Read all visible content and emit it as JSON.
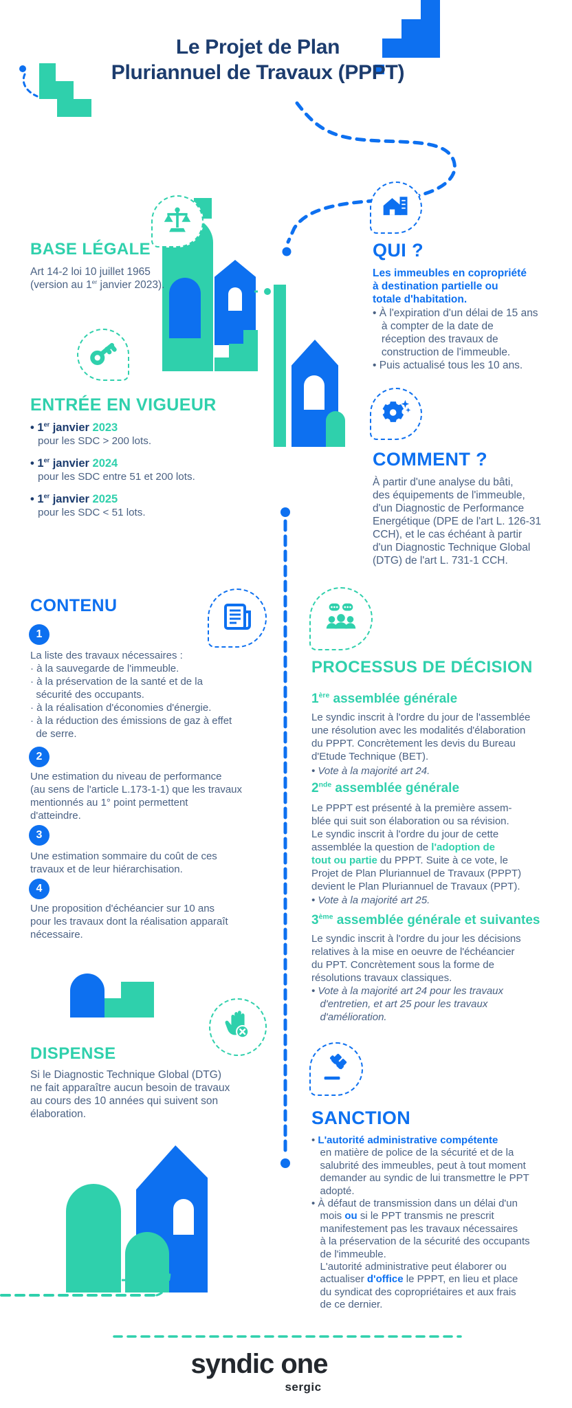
{
  "title": {
    "line1": "Le Projet de Plan",
    "line2": "Pluriannuel de Travaux (PPPT)"
  },
  "colors": {
    "teal": "#2fd0ac",
    "blue": "#0d70f0",
    "navy": "#1c3c6e",
    "body_text": "#4a6183",
    "footer_text": "#23282e"
  },
  "icons": {
    "base_legale": "scales-icon",
    "qui": "house-building-icon",
    "entree": "key-icon",
    "comment": "gear-sparkle-icon",
    "contenu": "document-icon",
    "processus": "people-discussion-icon",
    "dispense": "stop-hand-icon",
    "sanction": "gavel-icon"
  },
  "base_legale": {
    "heading": "BASE LÉGALE",
    "line1": "Art 14-2 loi 10 juillet 1965",
    "line2_pre": "\n(version au 1",
    "line2_sup": "er",
    "line2_post": " janvier 2023)."
  },
  "qui": {
    "heading": "QUI ?",
    "lead": "Les immeubles en copropriété\nà destination partielle ou\ntotale d'habitation.",
    "bullets": "• À l'expiration d'un délai de 15 ans\n   à compter de la date de\n   réception des travaux de\n   construction de l'immeuble.\n• Puis actualisé tous les 10 ans."
  },
  "entree": {
    "heading": "ENTRÉE EN VIGUEUR",
    "items": [
      {
        "bullet": "• ",
        "num": "1",
        "sup": "er",
        "mid": " janvier ",
        "year": "2023",
        "desc": "pour les SDC > 200 lots."
      },
      {
        "bullet": "• ",
        "num": "1",
        "sup": "er",
        "mid": " janvier ",
        "year": "2024",
        "desc": "pour les SDC entre 51 et 200 lots."
      },
      {
        "bullet": "• ",
        "num": "1",
        "sup": "er",
        "mid": " janvier ",
        "year": "2025",
        "desc": "pour les SDC < 51 lots."
      }
    ]
  },
  "comment": {
    "heading": "COMMENT ?",
    "body": "À partir d'une analyse du bâti,\ndes équipements de l'immeuble,\nd'un Diagnostic de Performance\nEnergétique (DPE de l'art L. 126-31\nCCH), et le cas échéant à partir\nd'un Diagnostic Technique Global\n(DTG) de l'art L. 731-1 CCH."
  },
  "contenu": {
    "heading": "CONTENU",
    "items": [
      {
        "num": "1",
        "text": "La liste des travaux nécessaires :\n· à la sauvegarde de l'immeuble.\n· à la préservation de la santé et de la\n  sécurité des occupants.\n· à la réalisation d'économies d'énergie.\n· à la réduction des émissions de gaz à effet\n  de serre."
      },
      {
        "num": "2",
        "text": "Une estimation du niveau de performance\n(au sens de l'article L.173-1-1) que les travaux\nmentionnés au 1° point permettent\nd'atteindre."
      },
      {
        "num": "3",
        "text": "Une estimation sommaire du coût de ces\ntravaux et de leur hiérarchisation."
      },
      {
        "num": "4",
        "text": "Une proposition d'échéancier sur 10 ans\npour les travaux dont la réalisation apparaît\nnécessaire."
      }
    ]
  },
  "processus": {
    "heading": "PROCESSUS DE DÉCISION",
    "ag1": {
      "num": "1",
      "sup": "ère",
      "rest": " assemblée générale",
      "body": "Le syndic inscrit à l'ordre du jour de l'assemblée\nune résolution avec les modalités d'élaboration\ndu PPPT. Concrètement les devis du Bureau\nd'Etude Technique (BET).",
      "vote": "• Vote à la majorité art 24."
    },
    "ag2": {
      "num": "2",
      "sup": "nde",
      "rest": " assemblée générale",
      "body_pre": "Le PPPT est présenté à la première assem-\nblée qui suit son élaboration ou sa révision.\nLe syndic inscrit à l'ordre du jour de cette\nassemblée la question de ",
      "body_hl": "l'adoption de\ntout ou partie",
      "body_post": " du PPPT. Suite à ce vote, le\nProjet de Plan Pluriannuel de Travaux (PPPT)\ndevient le Plan Pluriannuel de Travaux (PPT).",
      "vote": "• Vote à la majorité art 25."
    },
    "ag3": {
      "num": "3",
      "sup": "ème",
      "rest": " assemblée générale et suivantes",
      "body": "Le syndic inscrit à l'ordre du jour les décisions\nrelatives à la mise en oeuvre de l'échéancier\ndu PPT. Concrètement sous la forme de\nrésolutions travaux classiques.",
      "vote": "• Vote à la majorité art 24 pour les travaux\n   d'entretien, et art 25 pour les travaux\n   d'amélioration."
    }
  },
  "dispense": {
    "heading": "DISPENSE",
    "body": "Si le Diagnostic Technique Global (DTG)\nne fait apparaître aucun besoin de travaux\nau cours des 10 années qui suivent son\nélaboration."
  },
  "sanction": {
    "heading": "SANCTION",
    "b1_bullet": "• ",
    "b1_hl": "L'autorité administrative compétente",
    "b1_rest": "\n   en matière de police de la sécurité et de la\n   salubrité des immeubles, peut à tout moment\n   demander au syndic de lui transmettre le PPT\n   adopté.",
    "b2_pre": "\n• À défaut de transmission dans un délai d'un\n   mois ",
    "b2_hl1": "ou",
    "b2_mid": " si le PPT transmis ne prescrit\n   manifestement pas les travaux nécessaires\n   à la préservation de la sécurité des occupants\n   de l'immeuble.\n   L'autorité administrative peut élaborer ou\n   actualiser ",
    "b2_hl2": "d'office",
    "b2_post": " le PPPT, en lieu et place\n   du syndicat des copropriétaires et aux frais\n   de ce dernier."
  },
  "footer": {
    "brand": "syndic one",
    "sub_brand": "sergic"
  }
}
